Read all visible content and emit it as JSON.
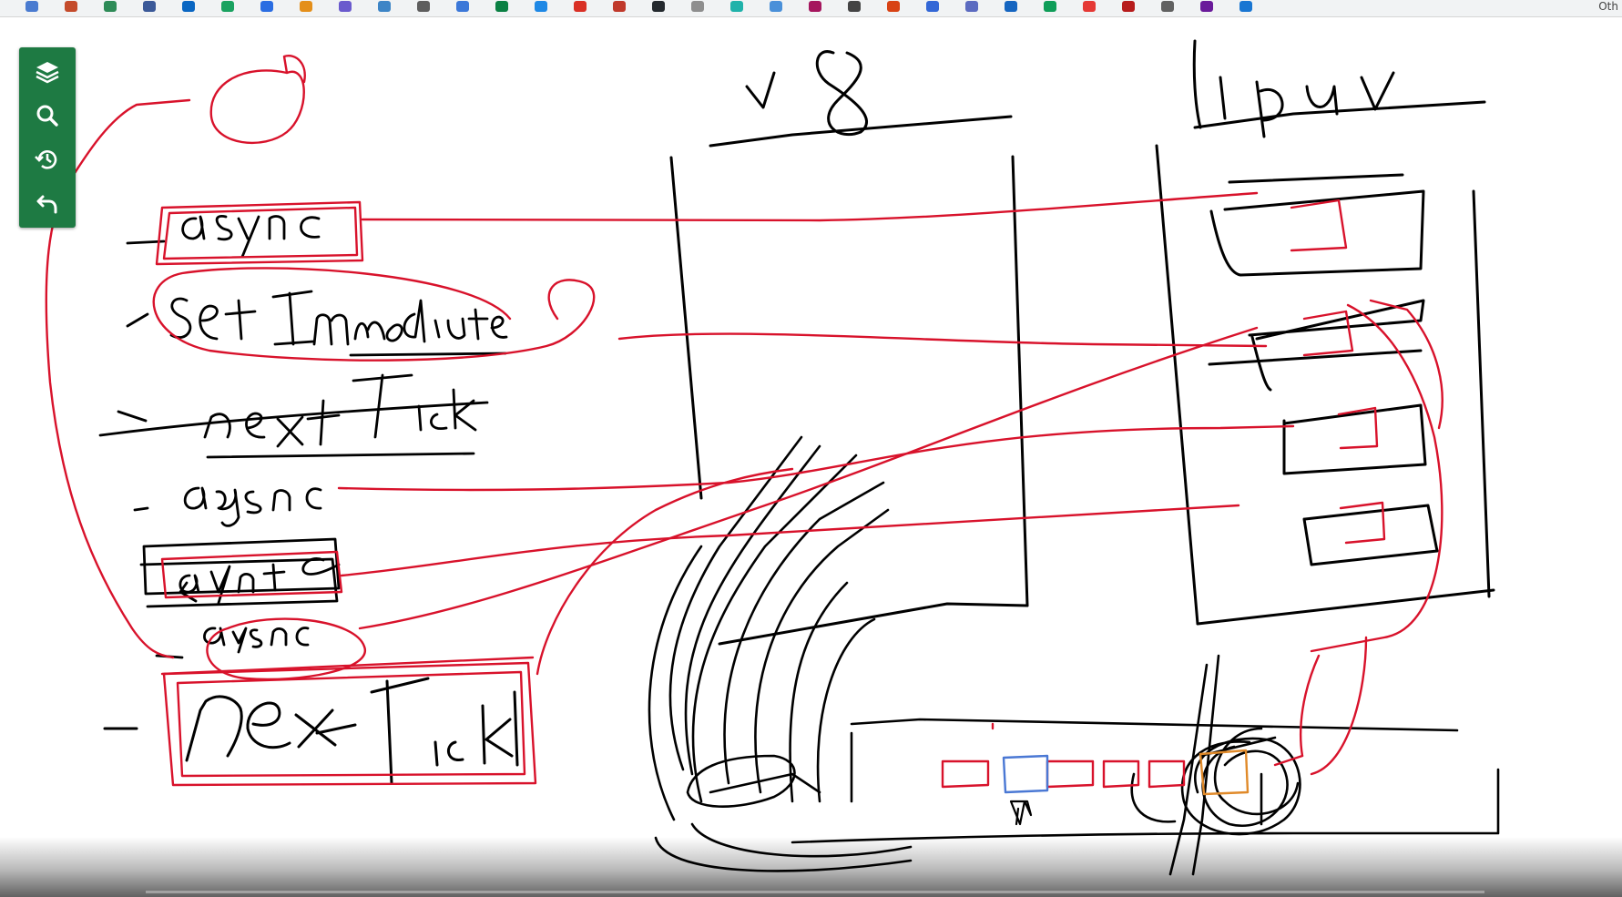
{
  "bookmarks_bar": {
    "icons": [
      {
        "name": "bookmark-icon",
        "color": "#4a7bd0"
      },
      {
        "name": "bookmark-icon",
        "color": "#c44b2b"
      },
      {
        "name": "bookmark-icon",
        "color": "#2e8b57"
      },
      {
        "name": "facebook-icon",
        "color": "#3b5998"
      },
      {
        "name": "linkedin-icon",
        "color": "#0a66c2"
      },
      {
        "name": "bookmark-icon",
        "color": "#1aa260"
      },
      {
        "name": "bookmark-icon",
        "color": "#2b6de2"
      },
      {
        "name": "bookmark-icon",
        "color": "#e48f1a"
      },
      {
        "name": "bookmark-icon",
        "color": "#6a5acd"
      },
      {
        "name": "bookmark-icon",
        "color": "#3d85c6"
      },
      {
        "name": "bookmark-icon",
        "color": "#5e5e5e"
      },
      {
        "name": "bookmark-icon",
        "color": "#3c78d8"
      },
      {
        "name": "bookmark-icon",
        "color": "#0b8043"
      },
      {
        "name": "bookmark-icon",
        "color": "#1e88e5"
      },
      {
        "name": "bookmark-icon",
        "color": "#d93025"
      },
      {
        "name": "bookmark-icon",
        "color": "#c0392b"
      },
      {
        "name": "github-icon",
        "color": "#24292e"
      },
      {
        "name": "bookmark-icon",
        "color": "#8e8e8e"
      },
      {
        "name": "bookmark-icon",
        "color": "#20b2aa"
      },
      {
        "name": "bookmark-icon",
        "color": "#4a90d9"
      },
      {
        "name": "bookmark-icon",
        "color": "#a5165e"
      },
      {
        "name": "bookmark-icon",
        "color": "#444444"
      },
      {
        "name": "bookmark-icon",
        "color": "#d84315"
      },
      {
        "name": "bookmark-icon",
        "color": "#3367d6"
      },
      {
        "name": "bookmark-icon",
        "color": "#5c6bc0"
      },
      {
        "name": "bookmark-icon",
        "color": "#1565c0"
      },
      {
        "name": "bookmark-icon",
        "color": "#0f9d58"
      },
      {
        "name": "bookmark-icon",
        "color": "#e53935"
      },
      {
        "name": "bookmark-icon",
        "color": "#b71c1c"
      },
      {
        "name": "bookmark-icon",
        "color": "#616161"
      },
      {
        "name": "bookmark-icon",
        "color": "#6a1b9a"
      },
      {
        "name": "bookmark-icon",
        "color": "#1976d2"
      }
    ],
    "overflow_text": "Oth"
  },
  "toolbar": {
    "tools": [
      {
        "name": "layers-icon"
      },
      {
        "name": "search-icon"
      },
      {
        "name": "history-icon"
      },
      {
        "name": "undo-icon"
      }
    ]
  },
  "colors": {
    "ink_black": "#000000",
    "ink_red": "#d8122b",
    "ink_blue": "#4a78d4",
    "ink_orange": "#e08a2a",
    "toolbar_green": "#1e7a43"
  },
  "whiteboard": {
    "handwritten_labels": [
      "v8",
      "libuv",
      "async",
      "setImmediate",
      "nextTick",
      "async",
      "async",
      "async",
      "next Tick"
    ]
  }
}
